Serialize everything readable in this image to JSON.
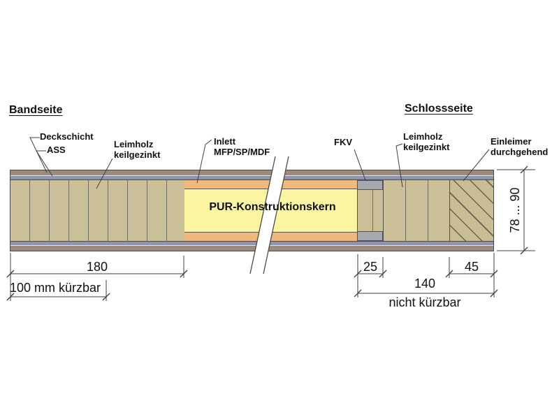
{
  "diagram": {
    "left_section_title": "Bandseite",
    "right_section_title": "Schlossseite",
    "core_label": "PUR-Konstruktionskern",
    "labels": {
      "deckschicht": "Deckschicht",
      "ass": "ASS",
      "leimholz_left": {
        "line1": "Leimholz",
        "line2": "keilgezinkt"
      },
      "inlett": {
        "line1": "Inlett",
        "line2": "MFP/SP/MDF"
      },
      "fkv": "FKV",
      "leimholz_right": {
        "line1": "Leimholz",
        "line2": "keilgezinkt"
      },
      "einleimer": {
        "line1": "Einleimer",
        "line2": "durchgehend"
      }
    },
    "dimensions": {
      "leimholz_left_width": "180",
      "shortenable_note": "100 mm kürzbar",
      "fkv_width": "25",
      "einleimer_width": "45",
      "lock_side_width": "140",
      "not_shortenable_note": "nicht kürzbar",
      "panel_thickness": "78 ... 90"
    },
    "colors": {
      "deckschicht_layer": "#9a8b7e",
      "ass_layer": "#8d94ab",
      "leimholz_wood": "#cbc097",
      "inlett_layer": "#f0b87c",
      "pur_core": "#fbf5a2",
      "fkv_block": "#a6a8af",
      "outline": "#4a4a4a"
    }
  }
}
